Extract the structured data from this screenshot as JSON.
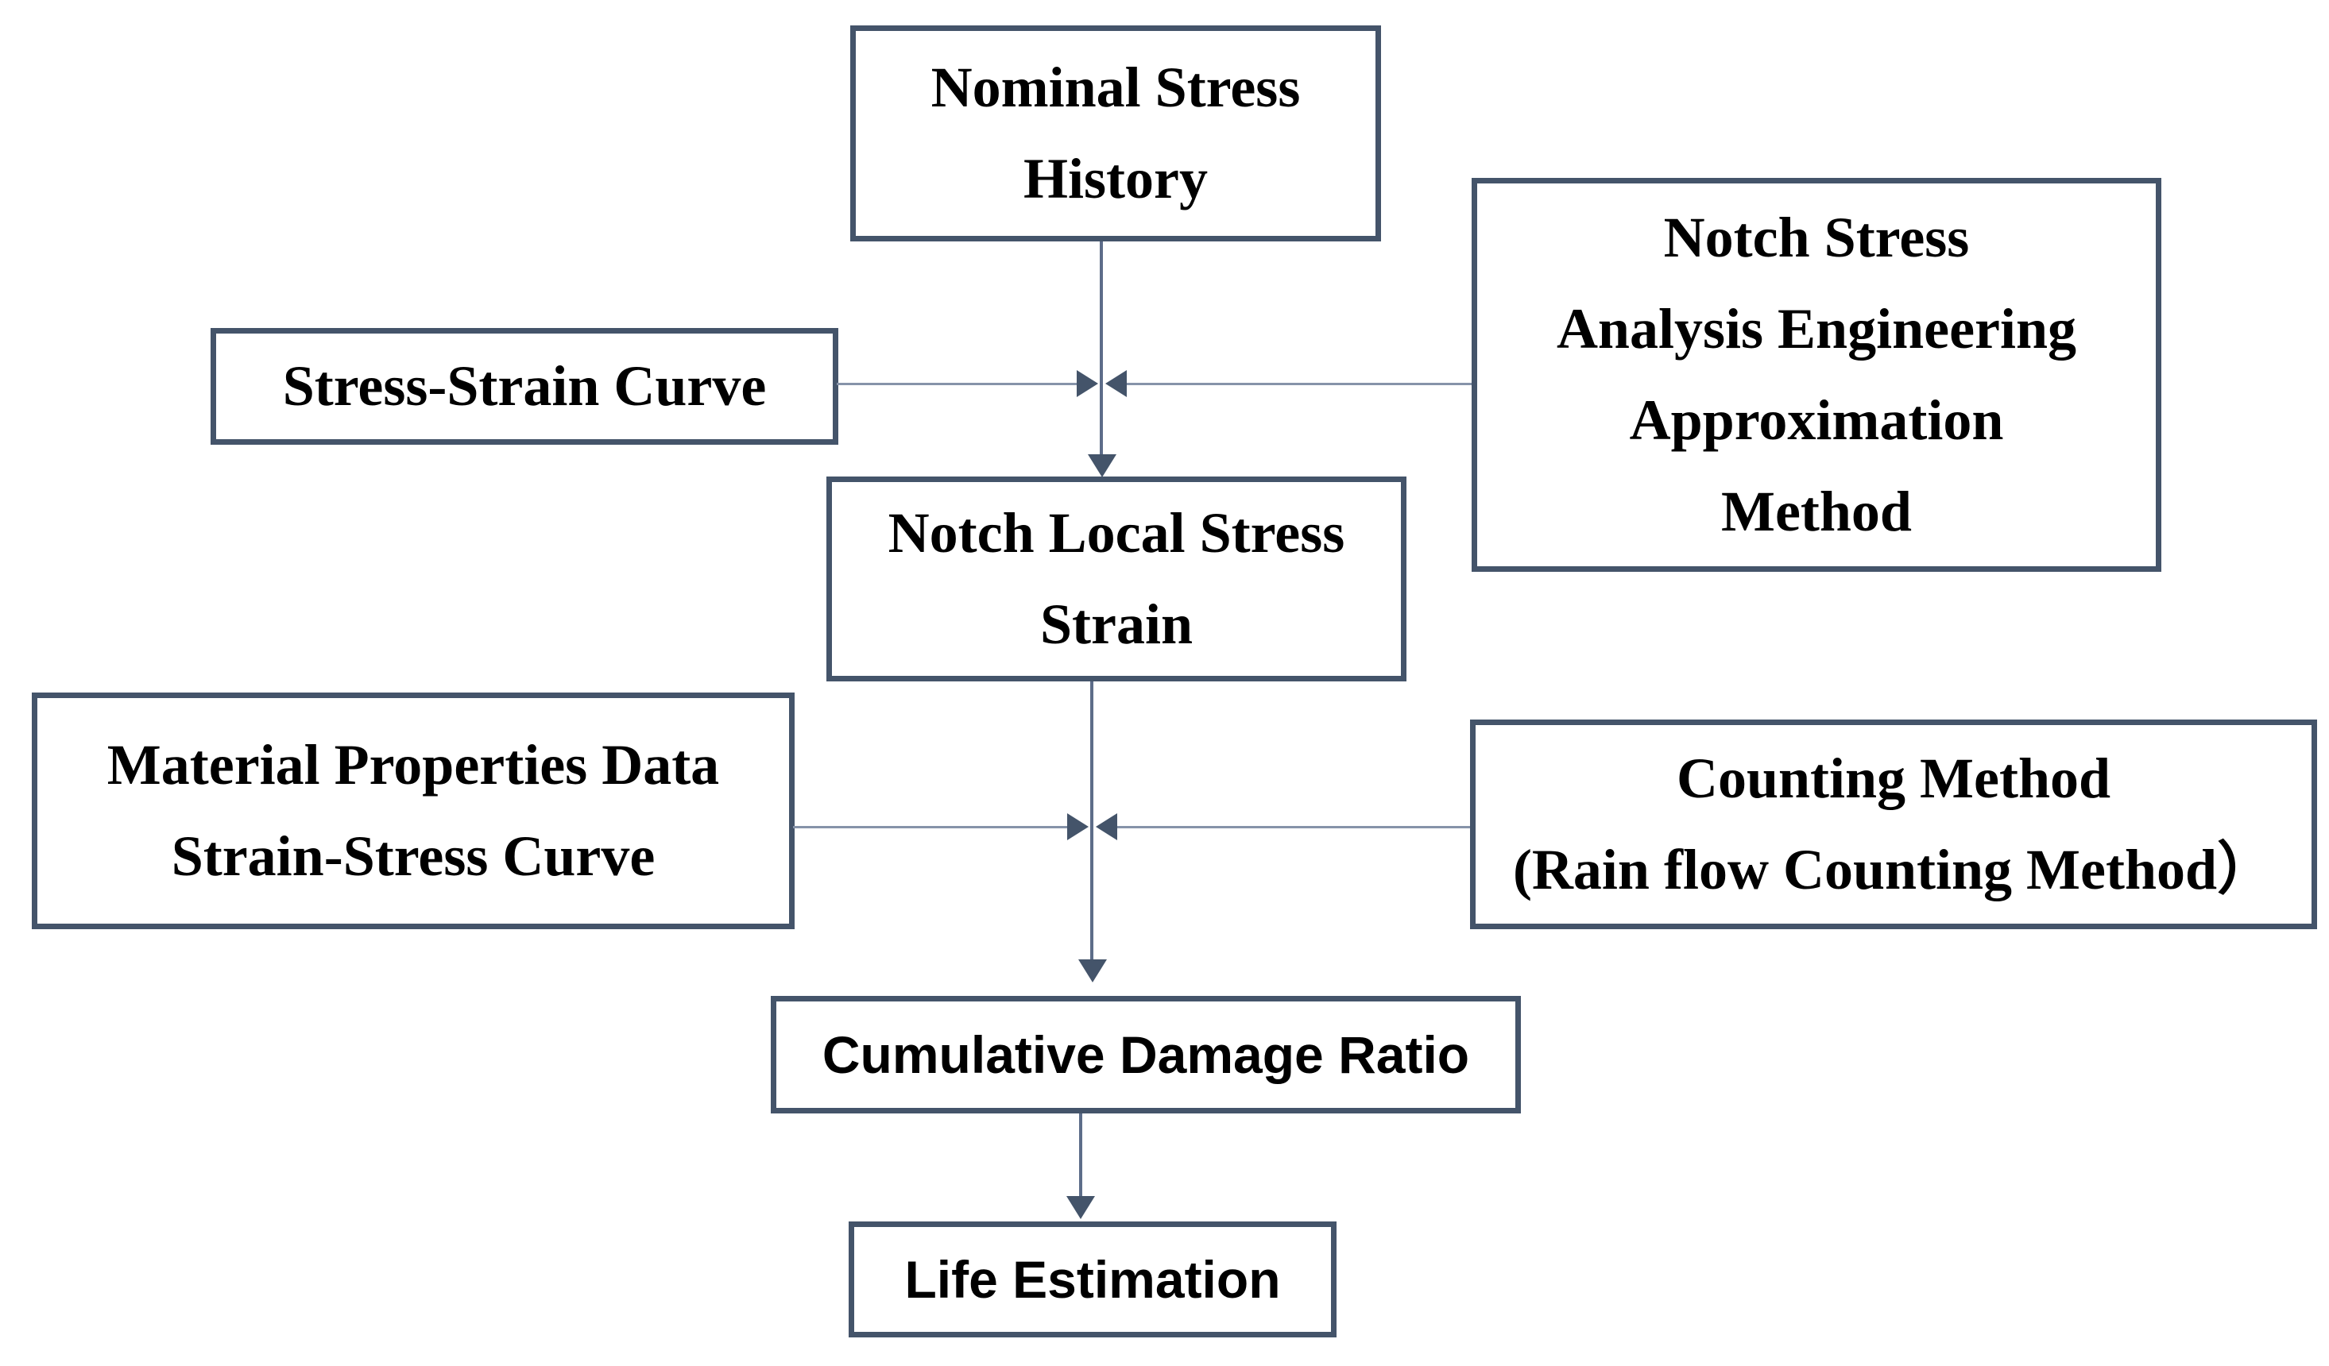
{
  "colors": {
    "box_border": "#44546A",
    "arrow": "#44546A",
    "line_vertical": "#5D6D89",
    "line_horizontal": "#8693A9",
    "text": "#000000",
    "background": "#FFFFFF"
  },
  "boxes": [
    {
      "id": "nominal-stress-history",
      "lines": [
        "Nominal Stress",
        "History"
      ]
    },
    {
      "id": "notch-stress-analysis-method",
      "lines": [
        "Notch Stress",
        "Analysis Engineering",
        "Approximation",
        "Method"
      ]
    },
    {
      "id": "stress-strain-curve",
      "lines": [
        "Stress-Strain Curve"
      ]
    },
    {
      "id": "notch-local-stress-strain",
      "lines": [
        "Notch Local Stress",
        "Strain"
      ]
    },
    {
      "id": "material-properties-data",
      "lines": [
        "Material Properties Data",
        "Strain-Stress Curve"
      ]
    },
    {
      "id": "counting-method",
      "lines": [
        "Counting Method",
        "(Rain flow Counting Method）"
      ]
    },
    {
      "id": "cumulative-damage-ratio",
      "lines": [
        "Cumulative Damage Ratio"
      ]
    },
    {
      "id": "life-estimation",
      "lines": [
        "Life Estimation"
      ]
    }
  ],
  "connections": [
    {
      "from": "nominal-stress-history",
      "to": "notch-local-stress-strain",
      "type": "arrow-down"
    },
    {
      "from": "stress-strain-curve",
      "to": "junction-1",
      "type": "arrow-right"
    },
    {
      "from": "notch-stress-analysis-method",
      "to": "junction-1",
      "type": "arrow-left"
    },
    {
      "from": "notch-local-stress-strain",
      "to": "cumulative-damage-ratio",
      "type": "arrow-down"
    },
    {
      "from": "material-properties-data",
      "to": "junction-2",
      "type": "arrow-right"
    },
    {
      "from": "counting-method",
      "to": "junction-2",
      "type": "arrow-left"
    },
    {
      "from": "cumulative-damage-ratio",
      "to": "life-estimation",
      "type": "arrow-down"
    }
  ]
}
